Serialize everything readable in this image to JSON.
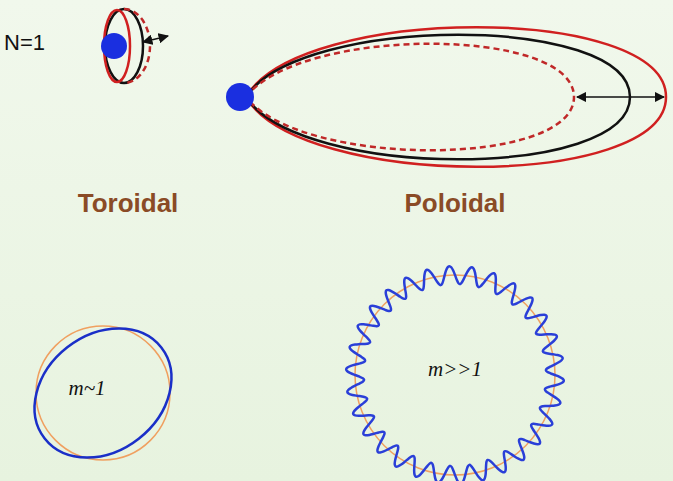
{
  "diagram": {
    "nodes": [
      {
        "text": [
          "m~1"
        ]
      },
      {
        "text": [
          "m>>1"
        ]
      }
    ],
    "labels": [
      "N=1",
      "Toroidal",
      "Poloidal"
    ]
  }
}
